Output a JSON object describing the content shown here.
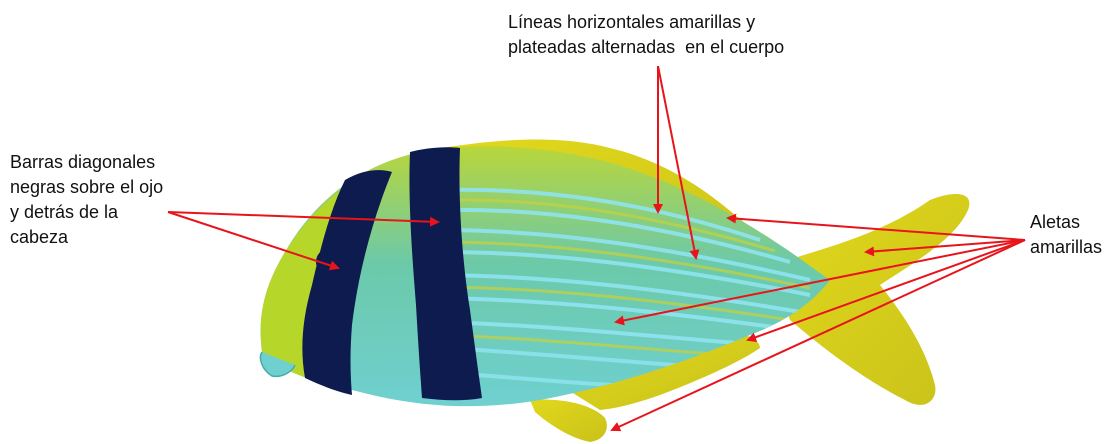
{
  "annotations": {
    "bars": {
      "lines": [
        "Barras diagonales",
        "negras sobre el ojo",
        "y detrás de la",
        "cabeza"
      ]
    },
    "stripes": {
      "lines": [
        "Líneas horizontales amarillas y",
        "plateadas alternadas  en el cuerpo"
      ]
    },
    "fins": {
      "lines": [
        "Aletas",
        "amarillas"
      ]
    }
  },
  "colors": {
    "arrow": "#e8141b",
    "body_base": "#5fc8b8",
    "fin_yellow": "#d9d51c",
    "head_yellow": "#b6d62a",
    "bar_navy": "#0d1b4f",
    "stripe_yellow": "#c8d23a",
    "stripe_silver": "#8fe3f0"
  }
}
